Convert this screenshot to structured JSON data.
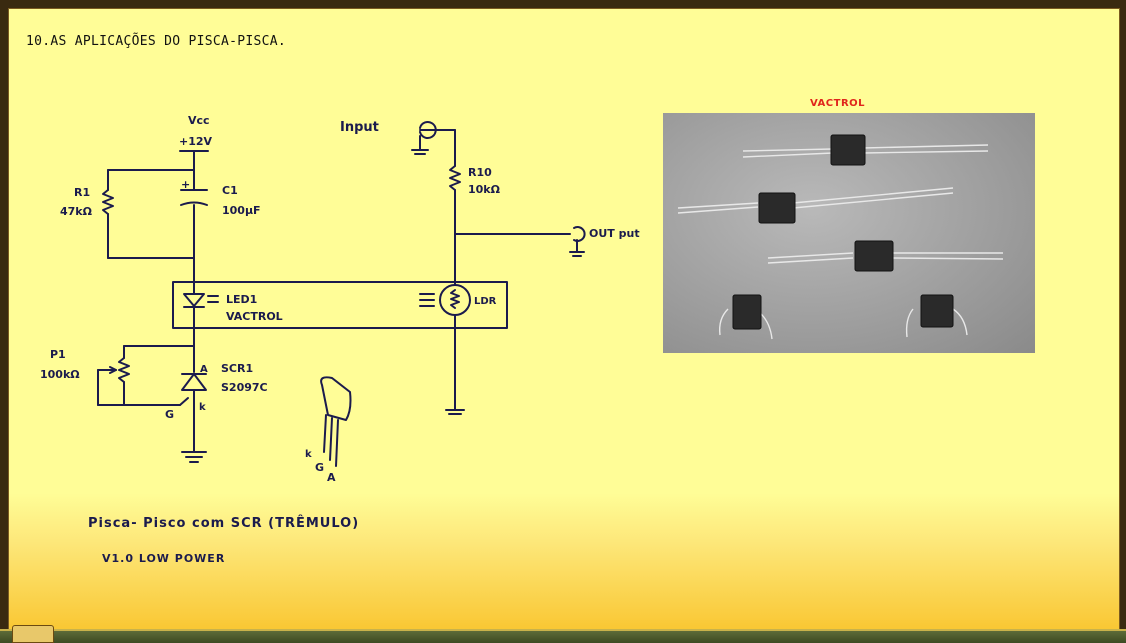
{
  "slide": {
    "title": "10.AS APLICAÇÕES DO PISCA-PISCA."
  },
  "circuit": {
    "vcc_label": "Vcc",
    "vcc_value": "+12V",
    "r1_name": "R1",
    "r1_value": "47kΩ",
    "c1_name": "C1",
    "c1_value": "100μF",
    "c1_plus": "+",
    "led_name": "LED1",
    "led_type": "VACTROL",
    "ldr_label": "LDR",
    "p1_name": "P1",
    "p1_value": "100kΩ",
    "scr_name": "SCR1",
    "scr_part": "S2097C",
    "scr_anode": "A",
    "scr_gate": "G",
    "scr_cathode": "k",
    "input_label": "Input",
    "output_label": "OUT put",
    "r10_name": "R10",
    "r10_value": "10kΩ",
    "pkg_k": "k",
    "pkg_g": "G",
    "pkg_a": "A"
  },
  "notes": {
    "line1": "Pisca- Pisco com SCR  (TRÊMULO)",
    "line2": "V1.0  LOW POWER"
  },
  "photo": {
    "label": "VACTROL"
  },
  "colors": {
    "ink": "#1b1b4d",
    "background": "#fffd97",
    "photo_label": "#e0251c"
  }
}
